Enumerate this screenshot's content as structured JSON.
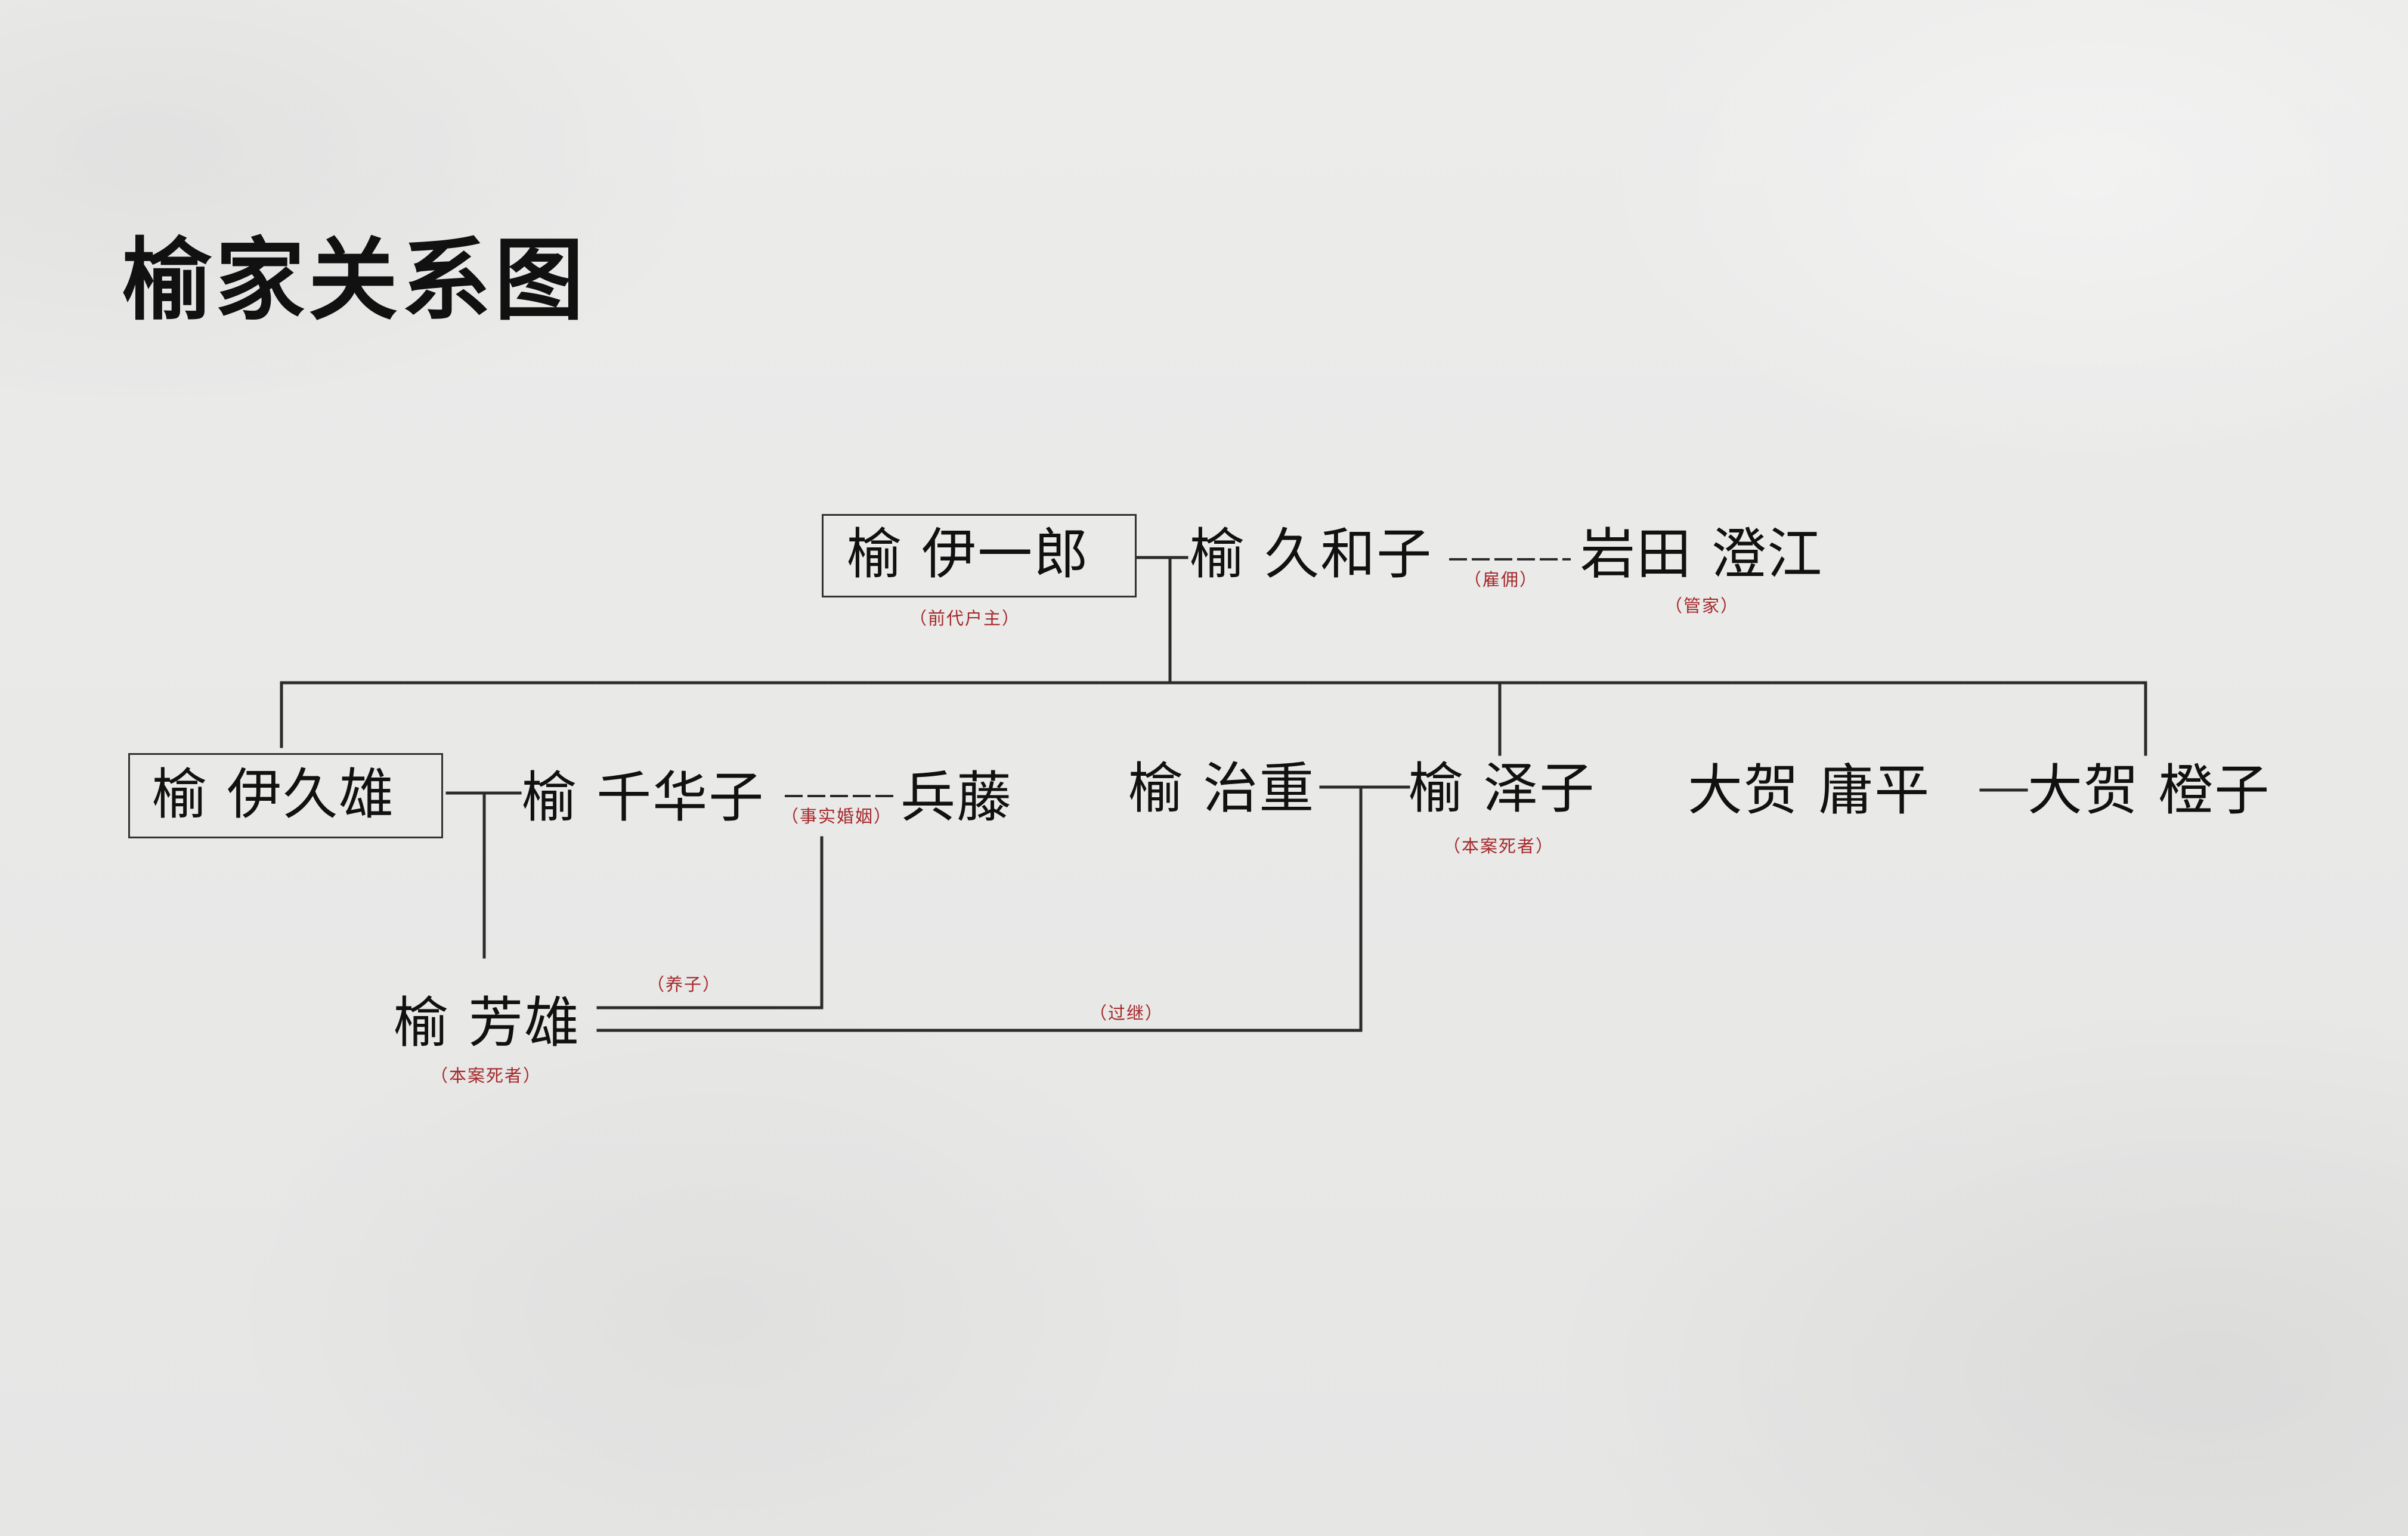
{
  "title": "榆家关系图",
  "people": {
    "yoshiro": "榆 伊一郎",
    "kuwako": "榆 久和子",
    "iwata": "岩田 澄江",
    "ikuo": "榆 伊久雄",
    "chikako": "榆 千华子",
    "hyodo": "兵藤",
    "haruhige": "榆 治重",
    "takuko": "榆 泽子",
    "koohei": "大贺 庸平",
    "touko": "大贺 橙子",
    "yoshio": "榆 芳雄"
  },
  "notes": {
    "yoshiro_role": "（前代户主）",
    "iwata_relation": "（雇佣）",
    "iwata_role": "（管家）",
    "chikako_relation": "（事实婚姻）",
    "takuko_role": "（本案死者）",
    "adopted": "（养子）",
    "passed_on": "（过继）",
    "yoshio_role": "（本案死者）"
  },
  "colors": {
    "ink": "#111111",
    "line": "#2b2b2b",
    "note_red": "#a5282b",
    "paper": "#e9e9e8"
  }
}
